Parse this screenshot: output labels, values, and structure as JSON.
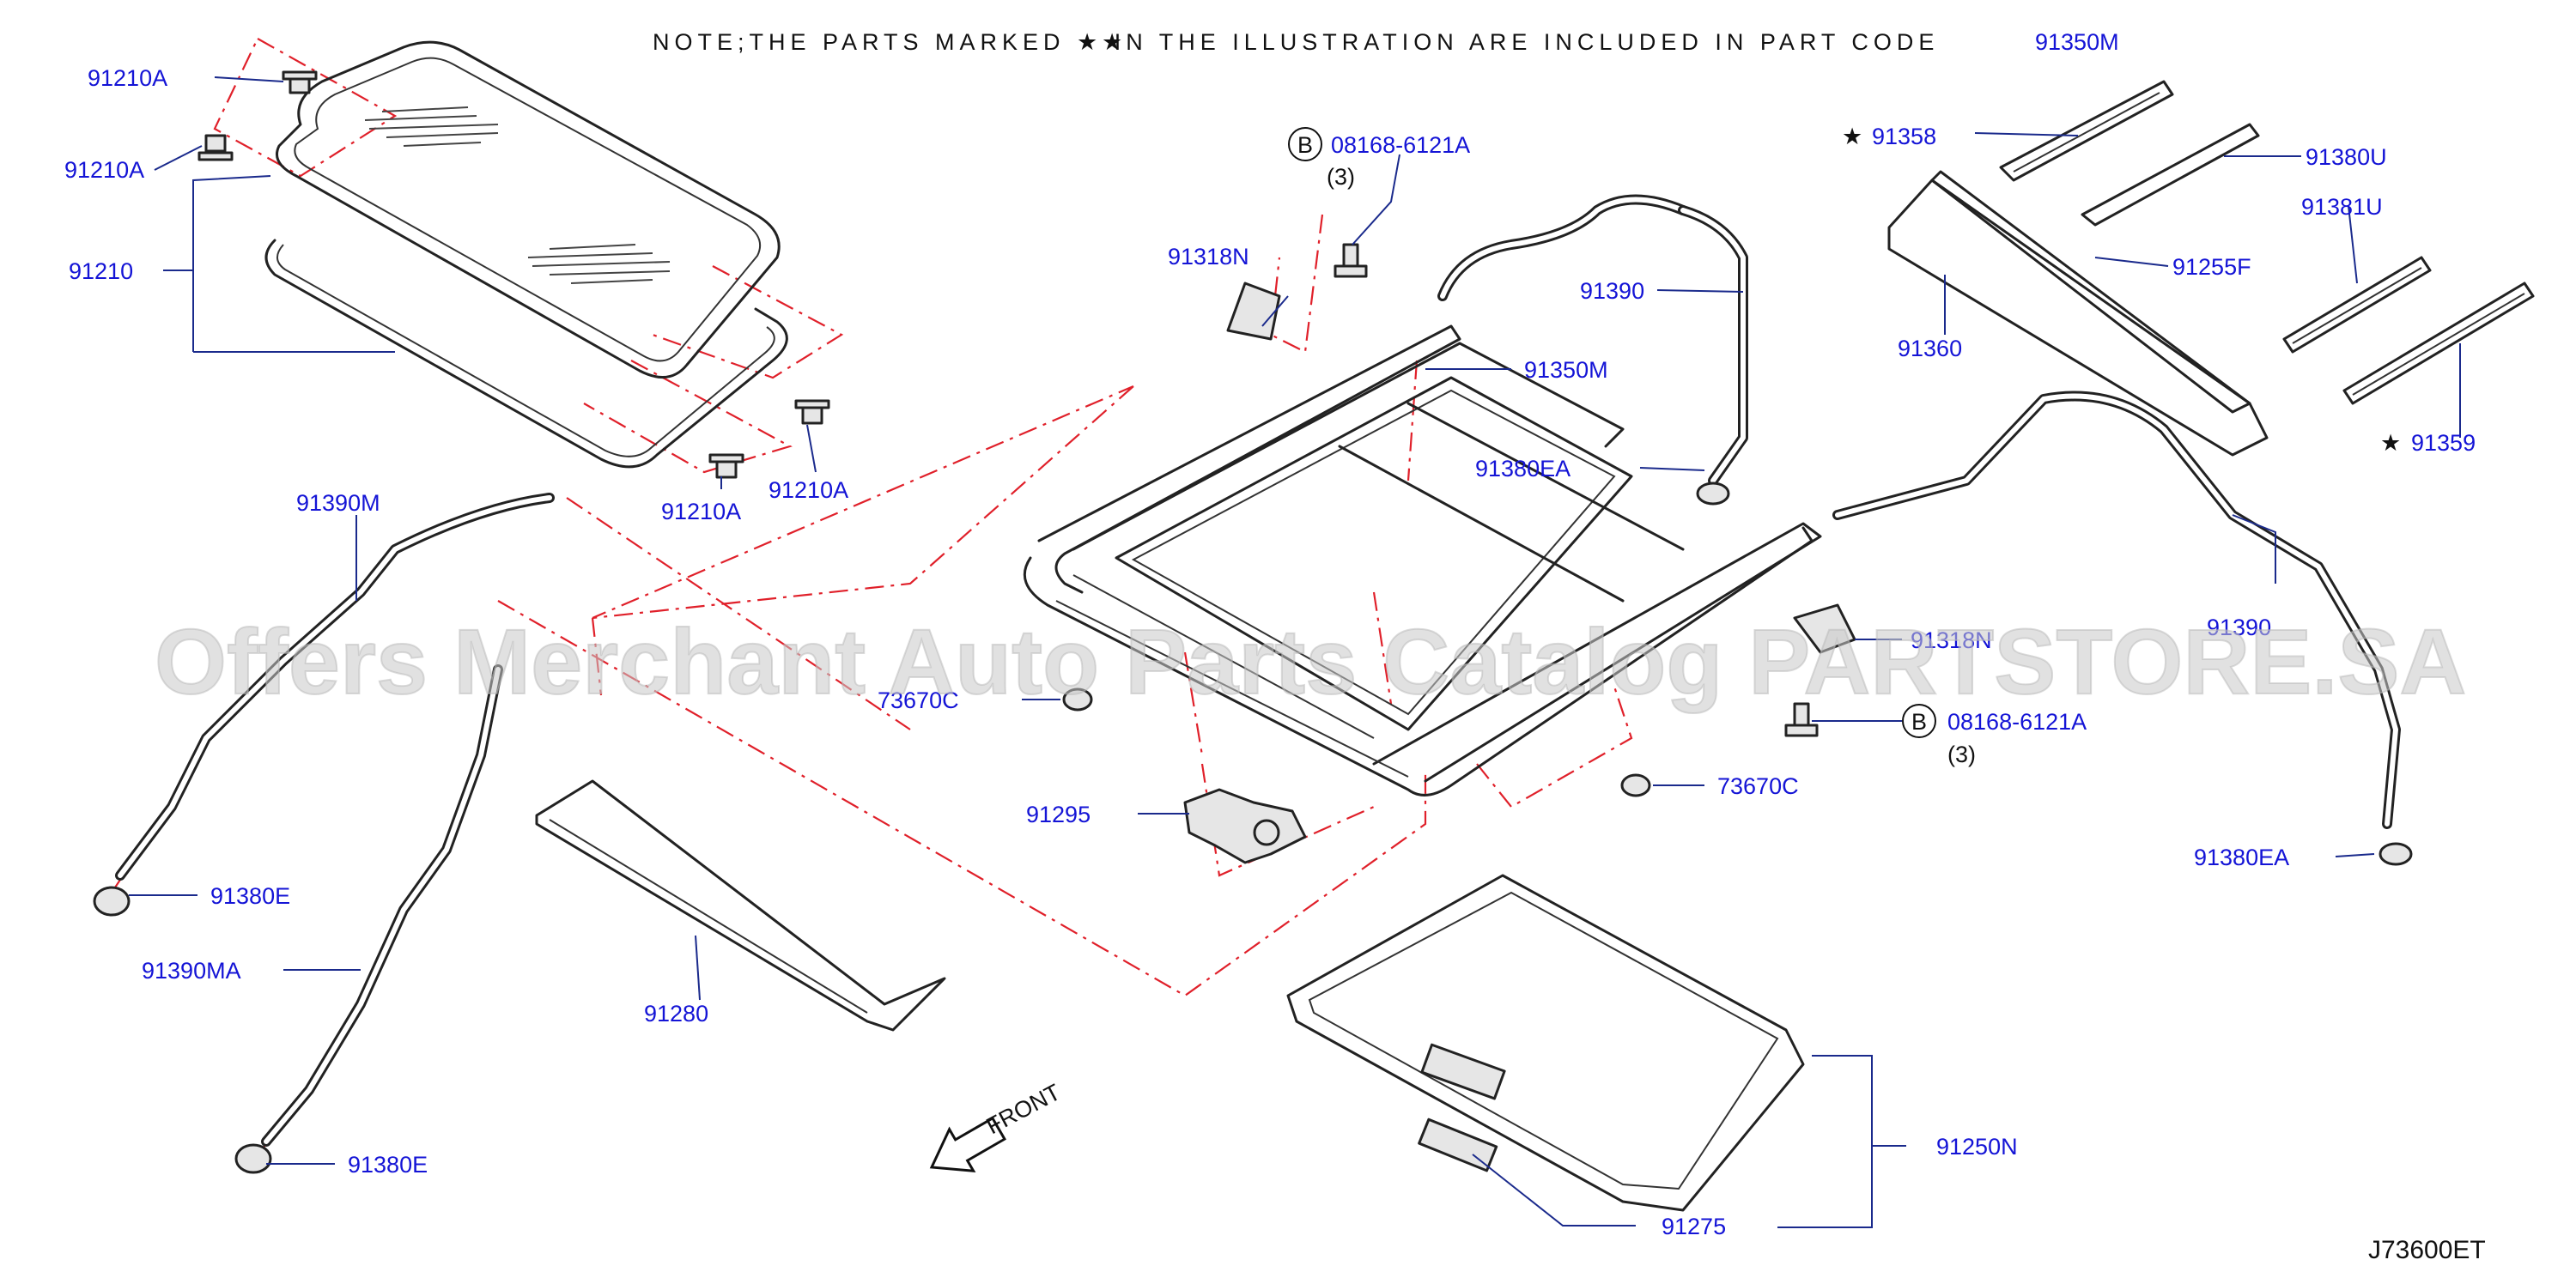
{
  "note": {
    "text": "NOTE;THE PARTS MARKED ★  IN THE ILLUSTRATION ARE INCLUDED IN PART CODE",
    "part_code": "91350M"
  },
  "watermark": "Offers Merchant Auto Parts Catalog PARTSTORE.SA",
  "diagram_code": "J73600ET",
  "front_label": "FRONT",
  "bolt_marker": "B",
  "star": "★",
  "labels": {
    "p91210A_1": "91210A",
    "p91210A_2": "91210A",
    "p91210": "91210",
    "p91210A_3": "91210A",
    "p91210A_4": "91210A",
    "p08168_top": "08168-6121A",
    "qty_top": "(3)",
    "p91318N_top": "91318N",
    "p91390_top": "91390",
    "p91350M": "91350M",
    "p91380EA_top": "91380EA",
    "p91358": "91358",
    "p91380U": "91380U",
    "p91255F": "91255F",
    "p91360": "91360",
    "p91381U": "91381U",
    "p91359": "91359",
    "p91390M": "91390M",
    "p73670C_left": "73670C",
    "p91295": "91295",
    "p91380E_top": "91380E",
    "p91390MA": "91390MA",
    "p91280": "91280",
    "p91380E_bottom": "91380E",
    "p91318N_right": "91318N",
    "p08168_right": "08168-6121A",
    "qty_right": "(3)",
    "p91390_right": "91390",
    "p73670C_right": "73670C",
    "p91380EA_right": "91380EA",
    "p91250N": "91250N",
    "p91275": "91275"
  }
}
